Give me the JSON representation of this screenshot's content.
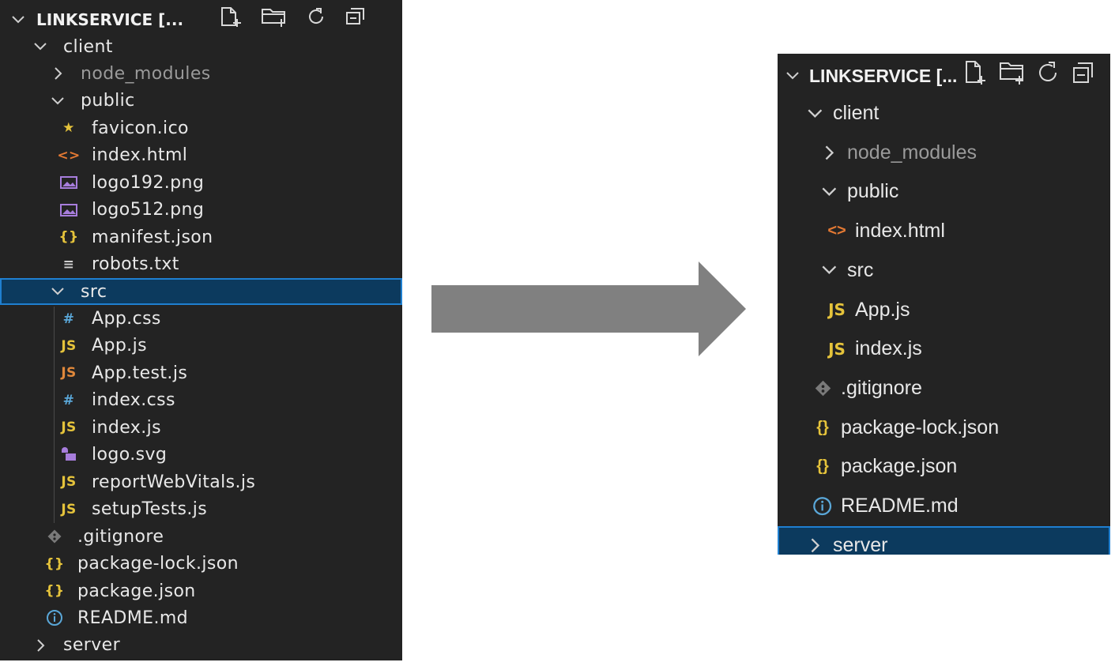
{
  "left": {
    "title": "LINKSERVICE [...",
    "tree": [
      {
        "label": "client",
        "icon": "chevron-down-icon"
      },
      {
        "label": "node_modules",
        "icon": "chevron-right-icon"
      },
      {
        "label": "public",
        "icon": "chevron-down-icon"
      },
      {
        "label": "favicon.ico",
        "icon": "star-icon"
      },
      {
        "label": "index.html",
        "icon": "html-icon"
      },
      {
        "label": "logo192.png",
        "icon": "image-icon"
      },
      {
        "label": "logo512.png",
        "icon": "image-icon"
      },
      {
        "label": "manifest.json",
        "icon": "json-icon"
      },
      {
        "label": "robots.txt",
        "icon": "text-file-icon"
      },
      {
        "label": "src",
        "icon": "chevron-down-icon",
        "selected": true
      },
      {
        "label": "App.css",
        "icon": "css-icon"
      },
      {
        "label": "App.js",
        "icon": "js-icon"
      },
      {
        "label": "App.test.js",
        "icon": "js-test-icon"
      },
      {
        "label": "index.css",
        "icon": "css-icon"
      },
      {
        "label": "index.js",
        "icon": "js-icon"
      },
      {
        "label": "logo.svg",
        "icon": "svg-icon"
      },
      {
        "label": "reportWebVitals.js",
        "icon": "js-icon"
      },
      {
        "label": "setupTests.js",
        "icon": "js-icon"
      },
      {
        "label": ".gitignore",
        "icon": "git-icon"
      },
      {
        "label": "package-lock.json",
        "icon": "json-icon"
      },
      {
        "label": "package.json",
        "icon": "json-icon"
      },
      {
        "label": "README.md",
        "icon": "info-icon"
      },
      {
        "label": "server",
        "icon": "chevron-right-icon"
      }
    ]
  },
  "right": {
    "title": "LINKSERVICE [...",
    "tree": [
      {
        "label": "client",
        "icon": "chevron-down-icon"
      },
      {
        "label": "node_modules",
        "icon": "chevron-right-icon"
      },
      {
        "label": "public",
        "icon": "chevron-down-icon"
      },
      {
        "label": "index.html",
        "icon": "html-icon"
      },
      {
        "label": "src",
        "icon": "chevron-down-icon"
      },
      {
        "label": "App.js",
        "icon": "js-icon"
      },
      {
        "label": "index.js",
        "icon": "js-icon"
      },
      {
        "label": ".gitignore",
        "icon": "git-icon"
      },
      {
        "label": "package-lock.json",
        "icon": "json-icon"
      },
      {
        "label": "package.json",
        "icon": "json-icon"
      },
      {
        "label": "README.md",
        "icon": "info-icon"
      },
      {
        "label": "server",
        "icon": "chevron-right-icon",
        "selected": true
      }
    ]
  },
  "icons": {
    "js_glyph": "JS",
    "css_glyph": "#",
    "json_glyph": "{}",
    "html_glyph": "<>",
    "star_glyph": "★",
    "info_glyph": "ⓘ",
    "txt_glyph": "≡"
  },
  "colors": {
    "panel_bg": "#232323",
    "selection_bg": "#0c3a5e",
    "selection_border": "#1f7fd0",
    "arrow": "#808080"
  }
}
